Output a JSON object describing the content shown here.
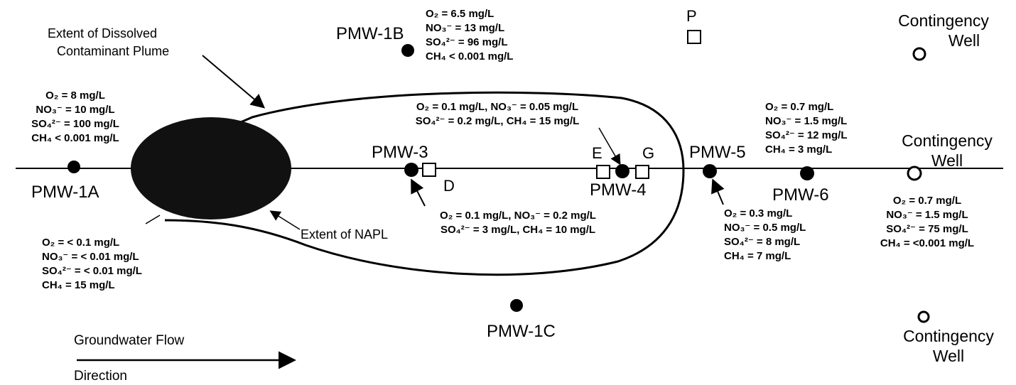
{
  "callouts": {
    "plume_line1": "Extent of Dissolved",
    "plume_line2": "Contaminant Plume",
    "napl": "Extent of NAPL",
    "flow_line1": "Groundwater Flow",
    "flow_line2": "Direction"
  },
  "wells": {
    "pmw1a": "PMW-1A",
    "pmw1b": "PMW-1B",
    "pmw1c": "PMW-1C",
    "pmw3": "PMW-3",
    "pmw4": "PMW-4",
    "pmw5": "PMW-5",
    "pmw6": "PMW-6"
  },
  "points": {
    "d": "D",
    "e": "E",
    "g": "G",
    "p": "P"
  },
  "contingency": {
    "line1": "Contingency",
    "line2": "Well"
  },
  "chemistry": {
    "pmw1a": [
      "O₂ = 8 mg/L",
      "NO₃⁻ = 10 mg/L",
      "SO₄²⁻ = 100 mg/L",
      "CH₄ < 0.001 mg/L"
    ],
    "pmw1b": [
      "O₂ = 6.5 mg/L",
      "NO₃⁻ = 13 mg/L",
      "SO₄²⁻ = 96 mg/L",
      "CH₄ < 0.001 mg/L"
    ],
    "source": [
      "O₂ = < 0.1 mg/L",
      "NO₃⁻ = < 0.01 mg/L",
      "SO₄²⁻ = < 0.01 mg/L",
      "CH₄ = 15 mg/L"
    ],
    "pmw4": [
      "O₂ = 0.1 mg/L, NO₃⁻ = 0.05 mg/L",
      "SO₄²⁻ = 0.2 mg/L, CH₄ = 15 mg/L"
    ],
    "pmw3": [
      "O₂ = 0.1 mg/L, NO₃⁻ = 0.2 mg/L",
      "SO₄²⁻ = 3 mg/L, CH₄ = 10 mg/L"
    ],
    "pmw6": [
      "O₂ = 0.7 mg/L",
      "NO₃⁻ = 1.5 mg/L",
      "SO₄²⁻ = 12 mg/L",
      "CH₄ = 3 mg/L"
    ],
    "pmw5": [
      "O₂ = 0.3 mg/L",
      "NO₃⁻ = 0.5 mg/L",
      "SO₄²⁻ = 8 mg/L",
      "CH₄ = 7 mg/L"
    ],
    "contingency_mid": [
      "O₂ = 0.7 mg/L",
      "NO₃⁻ = 1.5 mg/L",
      "SO₄²⁻ = 75 mg/L",
      "CH₄ = <0.001 mg/L"
    ]
  }
}
